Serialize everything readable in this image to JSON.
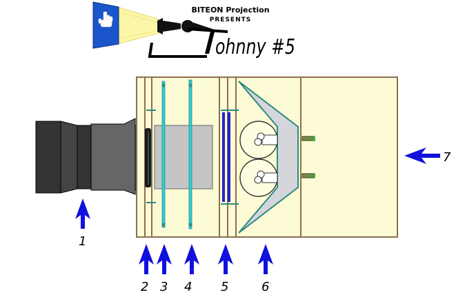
{
  "header": {
    "company": "BITEON Projection",
    "presents": "PRESENTS",
    "title": "ohnny #5"
  },
  "parts": [
    {
      "number": "1"
    },
    {
      "number": "2"
    },
    {
      "number": "3"
    },
    {
      "number": "4"
    },
    {
      "number": "5"
    },
    {
      "number": "6"
    },
    {
      "number": "7"
    }
  ],
  "colors": {
    "housing_fill": "#fdfad6",
    "housing_stroke": "#8b6f4e",
    "arrow": "#1111dd",
    "lens_dark": "#333333",
    "lens_mid": "#555555",
    "lens_light": "#666666",
    "glass": "#33cccc",
    "reflector_fill": "#d4d6dc",
    "reflector_stroke": "#2a8a80",
    "logo_blue": "#1a55cc"
  },
  "icons": {
    "logo": "projector-beam-hand-icon",
    "arrow": "up-arrow-icon",
    "bulb": "lamp-bulb-icon",
    "connector": "pin-connector-icon"
  }
}
